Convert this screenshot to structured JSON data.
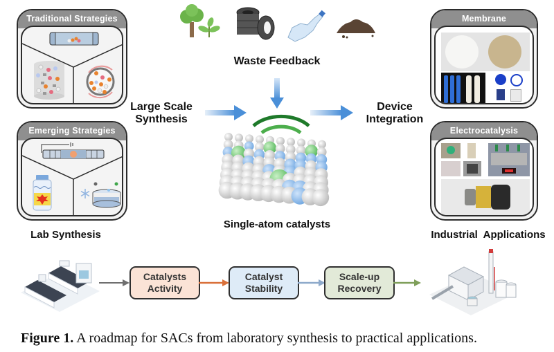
{
  "figure": {
    "panels_left": [
      {
        "title": "Traditional Strategies",
        "icons": [
          "tube-furnace-icon",
          "impregnation-beaker-icon",
          "ball-milling-icon"
        ]
      },
      {
        "title": "Emerging Strategies",
        "icons": [
          "electric-heating-tube-icon",
          "microwave-bottle-icon",
          "freeze-drying-dish-icon"
        ]
      }
    ],
    "left_label": "Lab Synthesis",
    "panels_right": [
      {
        "title": "Membrane",
        "icons": [
          "membrane-discs-photo",
          "filter-cartridges-photo",
          "membrane-modules-photo"
        ]
      },
      {
        "title": "Electrocatalysis",
        "icons": [
          "electrolyzer-cells-photo",
          "electrolyzer-stack-photo",
          "fuel-cell-device-photo"
        ]
      }
    ],
    "right_label": "Industrial  Applications",
    "waste": {
      "label": "Waste Feedback",
      "icons": [
        "tree-plant-icon",
        "tires-icon",
        "plastic-bottle-icon",
        "soil-pile-icon"
      ]
    },
    "large_scale_label": [
      "Large Scale",
      "Synthesis"
    ],
    "device_label": [
      "Device",
      "Integration"
    ],
    "center_label": "Single-atom catalysts",
    "flow": {
      "steps": [
        {
          "line1": "Catalysts",
          "line2": "Activity",
          "fill": "#fbe3d6",
          "arrow_color": "#d9703a"
        },
        {
          "line1": "Catalyst",
          "line2": "Stability",
          "fill": "#deebf7",
          "arrow_color": "#8eaacb"
        },
        {
          "line1": "Scale-up",
          "line2": "Recovery",
          "fill": "#e2ead8",
          "arrow_color": "#7f9f5a"
        }
      ],
      "start_arrow_color": "#6f6f6f",
      "start_icon": "laboratory-icon",
      "end_icon": "industrial-plant-icon"
    },
    "caption": {
      "prefix": "Figure 1.",
      "text": " A roadmap for SACs from laboratory synthesis to practical applications."
    }
  }
}
